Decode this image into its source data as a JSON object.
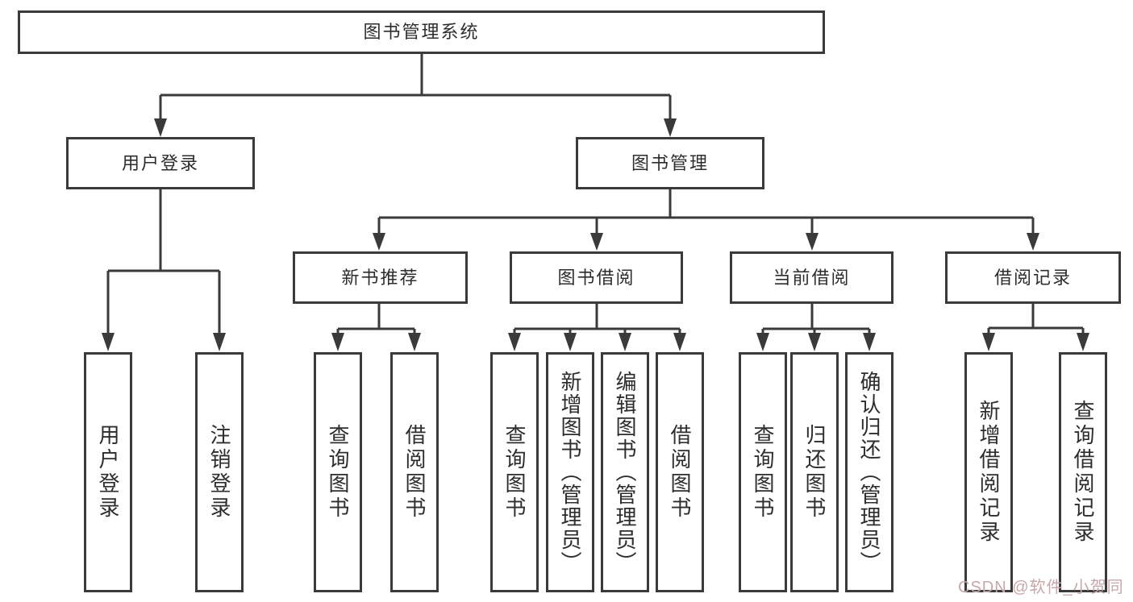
{
  "page": {
    "background": "#ffffff"
  },
  "styles": {
    "line_color": "#3a3a3a",
    "text_color": "#2d2d2d",
    "box_background": "#ffffff",
    "watermark_color": "#c7a7a7"
  },
  "watermark": "CSDN @软件_小贺同学",
  "tree": {
    "root": "图书管理系统",
    "children": [
      {
        "label": "用户登录",
        "children": [
          "用户登录",
          "注销登录"
        ]
      },
      {
        "label": "图书管理",
        "children": [
          {
            "label": "新书推荐",
            "children": [
              "查询图书",
              "借阅图书"
            ]
          },
          {
            "label": "图书借阅",
            "children": [
              "查询图书",
              "新增图书（管理员）",
              "编辑图书（管理员）",
              "借阅图书"
            ]
          },
          {
            "label": "当前借阅",
            "children": [
              "查询图书",
              "归还图书",
              "确认归还（管理员）"
            ]
          },
          {
            "label": "借阅记录",
            "children": [
              "新增借阅记录",
              "查询借阅记录"
            ]
          }
        ]
      }
    ]
  }
}
